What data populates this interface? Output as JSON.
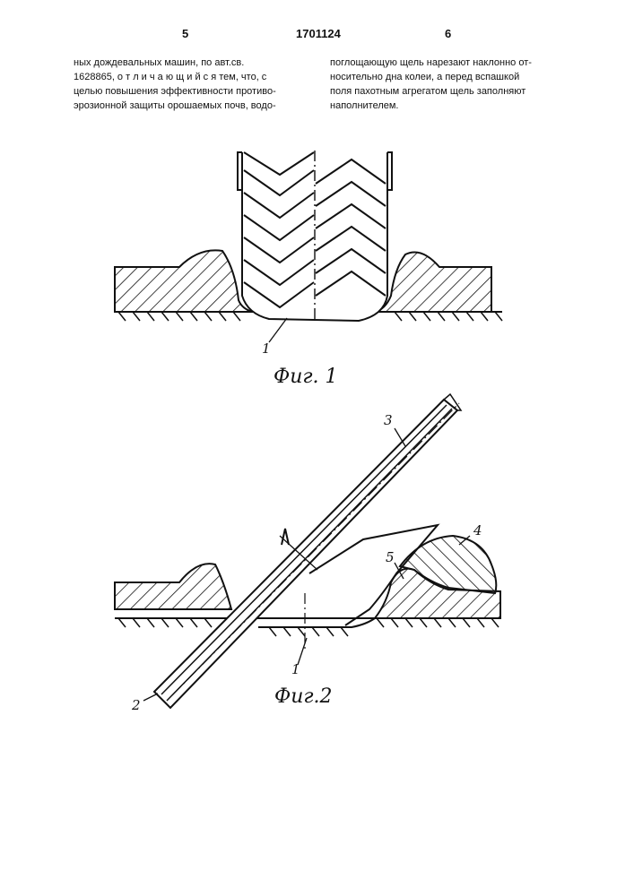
{
  "header": {
    "left_page": "5",
    "patent_number": "1701124",
    "right_page": "6"
  },
  "column_left": [
    "ных дождевальных машин, по авт.св.",
    "1628865, о т л и ч а ю щ и й с я тем, что, с",
    "целью повышения эффективности противо-",
    "эрозионной защиты орошаемых почв, водо-"
  ],
  "column_right": [
    "поглощающую щель нарезают наклонно от-",
    "носительно дна колеи, а перед вспашкой",
    "поля пахотным агрегатом щель заполняют",
    "наполнителем."
  ],
  "figure1": {
    "caption": "Фиг. 1",
    "label_1": "1"
  },
  "figure2": {
    "caption": "Фиг.2",
    "label_1": "1",
    "label_2": "2",
    "label_3": "3",
    "label_4": "4",
    "label_5": "5"
  }
}
